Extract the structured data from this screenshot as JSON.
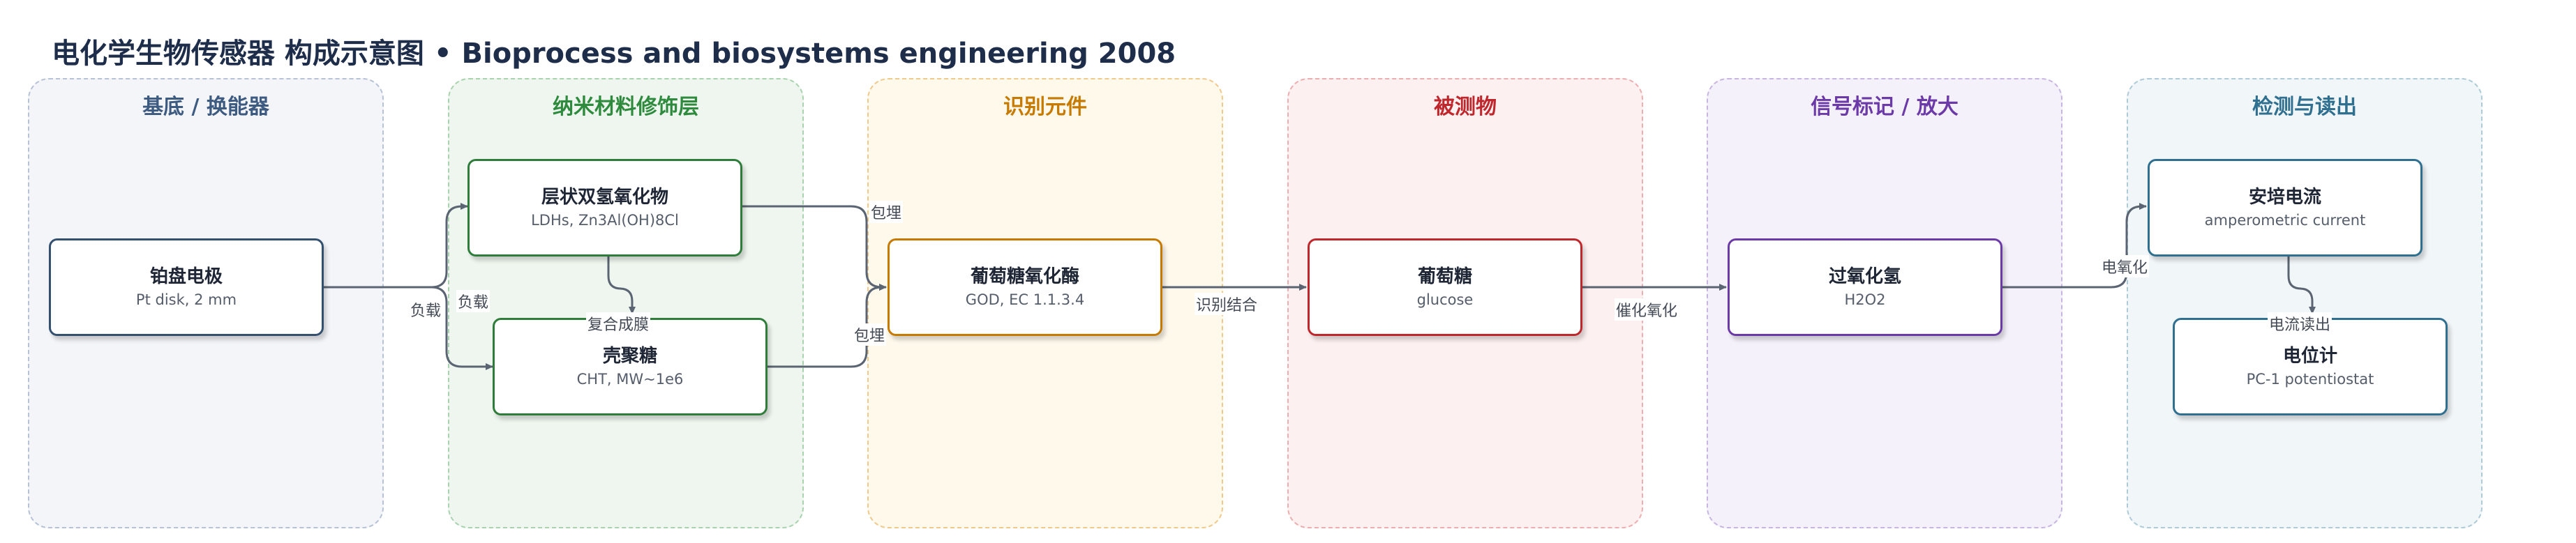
{
  "title": {
    "main": "电化学生物传感器 构成示意图",
    "separator": "•",
    "source": "Bioprocess and biosystems engineering 2008"
  },
  "panels": [
    {
      "id": "p1",
      "title": "基底 / 换能器",
      "color": "#3d5a80",
      "bg": "#f3f5f9",
      "border": "#b7c2d6"
    },
    {
      "id": "p2",
      "title": "纳米材料修饰层",
      "color": "#2e8b3d",
      "bg": "#eef6ef",
      "border": "#a9d3ae"
    },
    {
      "id": "p3",
      "title": "识别元件",
      "color": "#c77a00",
      "bg": "#fff9ec",
      "border": "#f0c98c"
    },
    {
      "id": "p4",
      "title": "被测物",
      "color": "#c0272d",
      "bg": "#fdf0f0",
      "border": "#ecaeb0"
    },
    {
      "id": "p5",
      "title": "信号标记 / 放大",
      "color": "#6c3aa8",
      "bg": "#f5f1fa",
      "border": "#c8b6e2"
    },
    {
      "id": "p6",
      "title": "检测与读出",
      "color": "#2f6f8f",
      "bg": "#f1f6f8",
      "border": "#aecbd7"
    }
  ],
  "nodes": {
    "pt": {
      "name": "铂盘电极",
      "sub": "Pt disk, 2 mm",
      "border": "#34506f"
    },
    "ldh": {
      "name": "层状双氢氧化物",
      "sub": "LDHs, Zn3Al(OH)8Cl",
      "border": "#2f7d3b"
    },
    "cht": {
      "name": "壳聚糖",
      "sub": "CHT, MW~1e6",
      "border": "#2f7d3b"
    },
    "god": {
      "name": "葡萄糖氧化酶",
      "sub": "GOD, EC 1.1.3.4",
      "border": "#c77a00"
    },
    "glucose": {
      "name": "葡萄糖",
      "sub": "glucose",
      "border": "#c0272d"
    },
    "h2o2": {
      "name": "过氧化氢",
      "sub": "H2O2",
      "border": "#6c3aa8"
    },
    "current": {
      "name": "安培电流",
      "sub": "amperometric current",
      "border": "#2f6f8f"
    },
    "potentiostat": {
      "name": "电位计",
      "sub": "PC-1 potentiostat",
      "border": "#2f6f8f"
    }
  },
  "edge_labels": {
    "pt_ldh": "负载",
    "pt_cht": "负载",
    "ldh_cht": "复合成膜",
    "ldh_god": "包埋",
    "cht_god": "包埋",
    "god_glucose": "识别结合",
    "glucose_h2o2": "催化氧化",
    "h2o2_current": "电氧化",
    "current_potentiostat": "电流读出"
  },
  "edge_color": "#5b6472"
}
